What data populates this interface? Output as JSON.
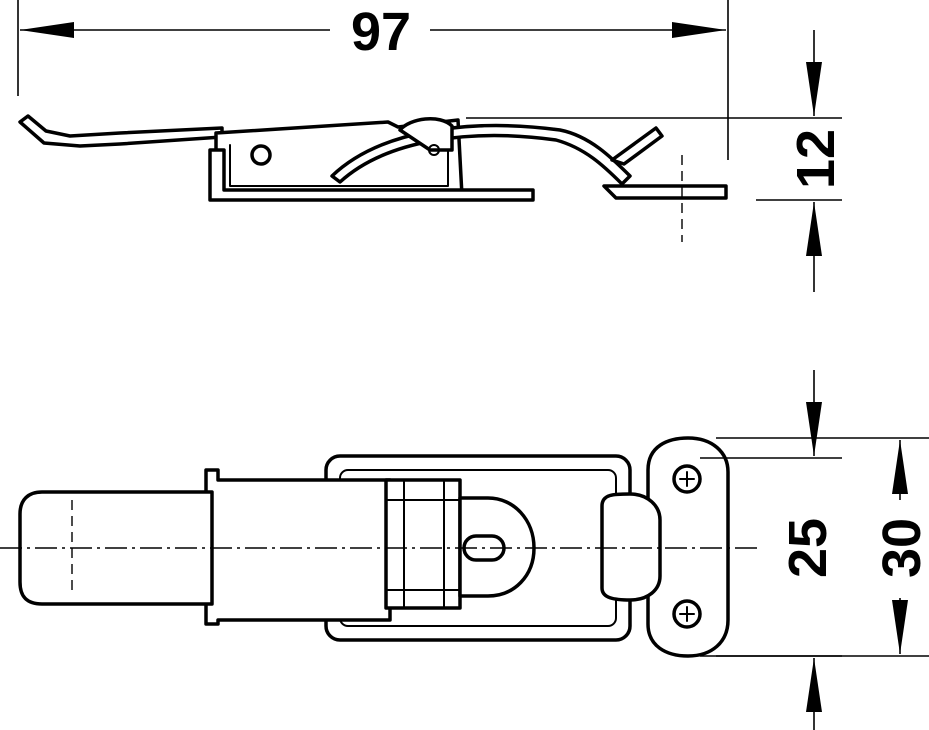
{
  "drawing": {
    "dimensions": {
      "overall_length": "97",
      "side_height": "12",
      "hole_spacing": "25",
      "plate_width": "30"
    }
  }
}
